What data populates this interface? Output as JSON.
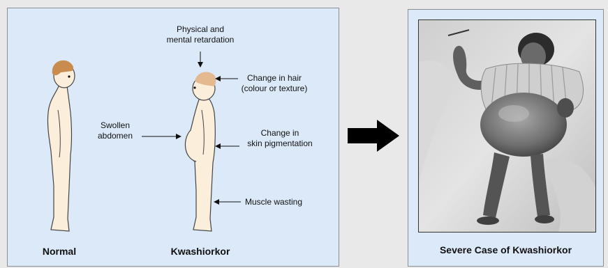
{
  "left_panel": {
    "normal_caption": "Normal",
    "kwashiorkor_caption": "Kwashiorkor",
    "annotations": {
      "retardation_line1": "Physical and",
      "retardation_line2": "mental retardation",
      "hair_line1": "Change in hair",
      "hair_line2": "(colour or texture)",
      "abdomen_line1": "Swollen",
      "abdomen_line2": "abdomen",
      "skin_line1": "Change in",
      "skin_line2": "skin pigmentation",
      "muscle": "Muscle wasting"
    }
  },
  "right_panel": {
    "caption": "Severe Case of Kwashiorkor"
  },
  "colors": {
    "panel_bg": "#dce9f9",
    "skin": "#fbeedb",
    "hair": "#c98c4e",
    "arrow": "#000000"
  }
}
